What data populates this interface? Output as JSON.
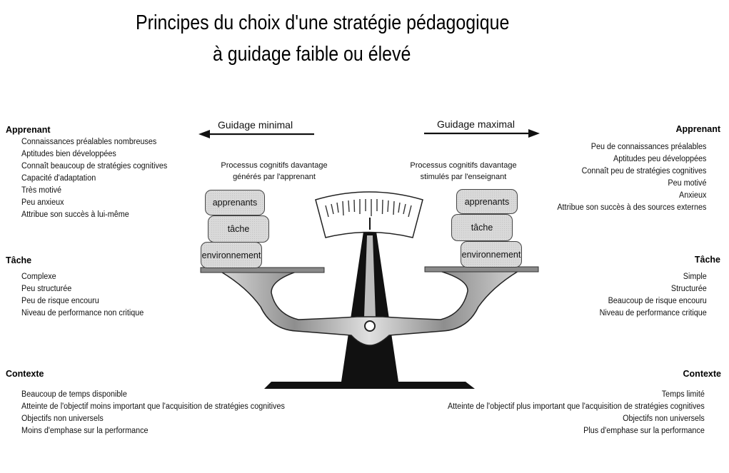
{
  "title": {
    "line1": "Principes du choix d'une stratégie pédagogique",
    "line2": "à guidage faible ou élevé"
  },
  "scale": {
    "left_arrow_label": "Guidage minimal",
    "right_arrow_label": "Guidage maximal",
    "left_process": [
      "Processus cognitifs  davantage",
      "générés  par l'apprenant"
    ],
    "right_process": [
      "Processus cognitifs  davantage",
      "stimulés  par l'enseignant"
    ],
    "left_stack": [
      "apprenants",
      "tâche",
      "environnement"
    ],
    "right_stack": [
      "apprenants",
      "tâche",
      "environnement"
    ],
    "colors": {
      "ink": "#111111",
      "pan": "#9a9a9a",
      "stone": "#d9d9d9"
    }
  },
  "left": {
    "apprenant": {
      "heading": "Apprenant",
      "items": [
        "Connaissances  préalables  nombreuses",
        "Aptitudes  bien  développées",
        "Connaît  beaucoup  de stratégies  cognitives",
        "Capacité d'adaptation",
        "Très motivé",
        "Peu anxieux",
        "Attribue  son succès à lui-même"
      ]
    },
    "tache": {
      "heading": "Tâche",
      "items": [
        "Complexe",
        "Peu structurée",
        "Peu de risque encouru",
        "Niveau de performance  non critique"
      ]
    },
    "contexte": {
      "heading": "Contexte",
      "items": [
        "Beaucoup de temps  disponible",
        "Atteinte  de l'objectif  moins  important  que l'acquisition  de stratégies  cognitives",
        "Objectifs  non  universels",
        "Moins d'emphase  sur la performance"
      ]
    }
  },
  "right": {
    "apprenant": {
      "heading": "Apprenant",
      "items": [
        "Peu de connaissances  préalables",
        "Aptitudes  peu développées",
        "Connaît  peu de stratégies  cognitives",
        "Peu motivé",
        "Anxieux",
        "Attribue  son succès à des sources externes"
      ]
    },
    "tache": {
      "heading": "Tâche",
      "items": [
        "Simple",
        "Structurée",
        "Beaucoup de risque encouru",
        "Niveau de performance  critique"
      ]
    },
    "contexte": {
      "heading": "Contexte",
      "items": [
        "Temps limité",
        "Atteinte  de l'objectif  plus  important  que l'acquisition  de stratégies  cognitives",
        "Objectifs  non  universels",
        "Plus d'emphase  sur la performance"
      ]
    }
  }
}
